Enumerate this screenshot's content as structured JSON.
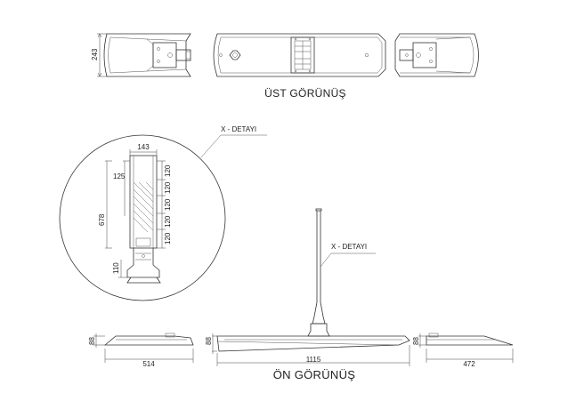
{
  "views": {
    "top_view_title": "ÜST GÖRÜNÜŞ",
    "front_view_title": "ÖN GÖRÜNÜŞ",
    "detail_label": "X - DETAYI",
    "detail_callout": "X - DETAYI"
  },
  "dimensions": {
    "top_height": "243",
    "detail_width": "143",
    "detail_inner": "125",
    "detail_total": "678",
    "detail_section_1": "120",
    "detail_section_2": "120",
    "detail_section_3": "120",
    "detail_section_4": "120",
    "detail_section_5": "120",
    "detail_base": "110",
    "front_left_height": "88",
    "front_mid_height": "88",
    "front_right_height": "88",
    "front_left_width": "514",
    "front_mid_width": "1115",
    "front_right_width": "472"
  }
}
